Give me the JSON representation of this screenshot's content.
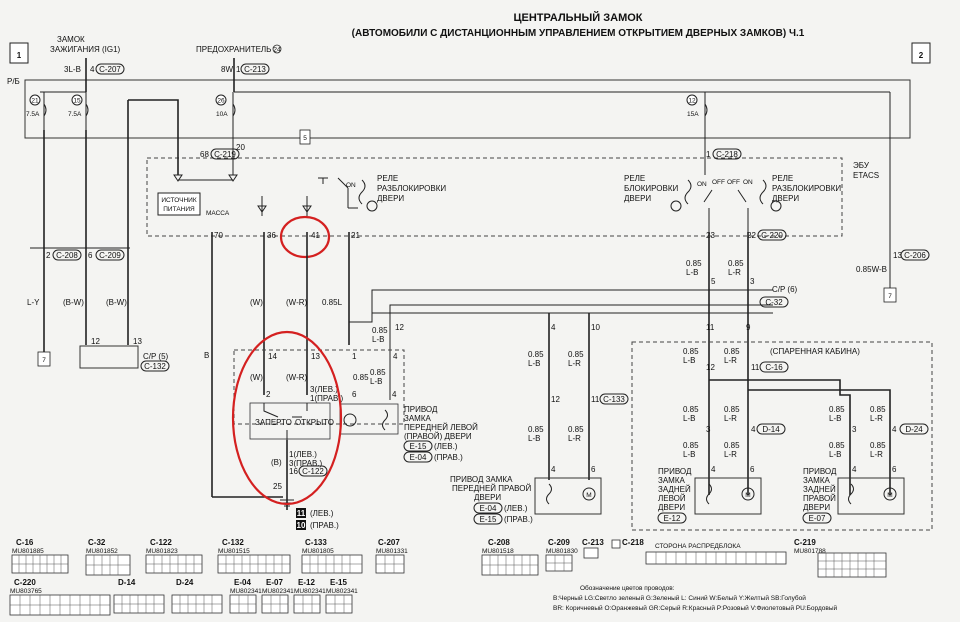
{
  "title": {
    "line1": "ЦЕНТРАЛЬНЫЙ ЗАМОК",
    "line2": "(АВТОМОБИЛИ С ДИСТАНЦИОННЫМ УПРАВЛЕНИЕМ ОТКРЫТИЕМ ДВЕРНЫХ ЗАМКОВ) Ч.1"
  },
  "page_markers": {
    "left": "1",
    "right": "2"
  },
  "top_labels": {
    "ignition": "ЗАМОК ЗАЖИГАНИЯ (IG1)",
    "ignition_l1": "ЗАМОК",
    "ignition_l2": "ЗАЖИГАНИЯ (IG1)",
    "fuse": "ПРЕДОХРАНИТЕЛЬ",
    "fuse_num": "24",
    "wire_3lb": "3L-B",
    "pin4": "4",
    "c207": "C-207",
    "wire_8w": "8W",
    "pin1": "1",
    "c213": "C-213",
    "rb": "Р/Б"
  },
  "fuses": [
    {
      "num": "21",
      "amp": "7.5A"
    },
    {
      "num": "15",
      "amp": "7.5A"
    },
    {
      "num": "26",
      "amp": "10A"
    },
    {
      "num": "12",
      "amp": "15A"
    }
  ],
  "etacs": {
    "label1": "ЭБУ",
    "label2": "ETACS",
    "power_src1": "ИСТОЧНИК",
    "power_src2": "ПИТАНИЯ",
    "mass": "МАССА",
    "relay_unlock1": "РЕЛЕ",
    "relay_unlock2": "РАЗБЛОКИРОВКИ",
    "relay_unlock3": "ДВЕРИ",
    "relay_lock1": "РЕЛЕ",
    "relay_lock2": "БЛОКИРОВКИ",
    "relay_lock3": "ДВЕРИ",
    "on": "ON",
    "off": "OFF",
    "pin68": "68",
    "c219": "C-219",
    "pin20": "20",
    "pin1b": "1",
    "c218": "C-218",
    "pin70": "70",
    "pin36": "36",
    "pin41": "41",
    "pin21": "21",
    "pin23": "23",
    "pin22": "22",
    "c220": "C-220"
  },
  "left_section": {
    "pin2": "2",
    "c208": "C-208",
    "pin6": "6",
    "c209": "C-209",
    "wire_ly": "L-Y",
    "wire_bw1": "(B-W)",
    "wire_bw2": "(B-W)",
    "pin12": "12",
    "pin13": "13",
    "cp5": "C/P (5)",
    "c132": "C-132",
    "pin_b": "B",
    "ground": "7"
  },
  "right_section": {
    "pin13": "13",
    "c206": "C-206",
    "wire": "0.85W-B",
    "ground": "7"
  },
  "center_wires": {
    "w": "(W)",
    "wr": "(W-R)",
    "w085l": "0.85L",
    "w085lb": "0.85",
    "lb": "L-B",
    "pin12": "12",
    "pin14": "14",
    "pin13": "13",
    "pin1": "1",
    "pin4": "4",
    "pin2": "2",
    "pin1b": "1",
    "pin6": "6",
    "pin3lev": "3(ЛЕВ.)",
    "pin1prav": "1(ПРАВ.)",
    "w085": "0.85",
    "l": "L"
  },
  "switch": {
    "locked": "ЗАПЕРТО",
    "open": "ОТКРЫТО",
    "pin1lev": "1(ЛЕВ.)",
    "pin3prav": "3(ПРАВ.)",
    "pin16": "16",
    "c122": "C-122",
    "b": "(B)",
    "pin25": "25",
    "legend11": "11",
    "legend11_t": "(ЛЕВ.)",
    "legend10": "10",
    "legend10_t": "(ПРАВ.)"
  },
  "front_left_actuator": {
    "l1": "ПРИВОД",
    "l2": "ЗАМКА",
    "l3": "ПЕРЕДНЕЙ ЛЕВОЙ",
    "l4": "(ПРАВОЙ) ДВЕРИ",
    "c15": "E-15",
    "c15t": "(ЛЕВ.)",
    "c04": "E-04",
    "c04t": "(ПРАВ.)"
  },
  "cp6": {
    "label": "C/P (6)",
    "c32": "C-32",
    "pin5": "5",
    "pin3": "3",
    "pin4": "4",
    "pin10": "10",
    "pin11": "11",
    "pin9": "9",
    "pin12": "12",
    "w085": "0.85",
    "lb": "L-B",
    "lr": "L-R"
  },
  "front_right_actuator": {
    "l1": "ПРИВОД ЗАМКА",
    "l2": "ПЕРЕДНЕЙ ПРАВОЙ",
    "l3": "ДВЕРИ",
    "c04": "E-04",
    "c04t": "(ЛЕВ.)",
    "c15": "E-15",
    "c15t": "(ПРАВ.)",
    "pin12": "12",
    "pin11": "11",
    "c133": "C-133",
    "pin4": "4",
    "pin6": "6"
  },
  "double_cab": {
    "title": "(СПАРЕННАЯ КАБИНА)",
    "pin12": "12",
    "pin11": "11",
    "c16": "C-16",
    "pin3": "3",
    "pin4": "4",
    "d14": "D-14",
    "d24": "D-24",
    "rear_left": [
      "ПРИВОД",
      "ЗАМКА",
      "ЗАДНЕЙ",
      "ЛЕВОЙ",
      "ДВЕРИ"
    ],
    "rear_right": [
      "ПРИВОД",
      "ЗАМКА",
      "ЗАДНЕЙ",
      "ПРАВОЙ",
      "ДВЕРИ"
    ],
    "e12": "E-12",
    "e07": "E-07"
  },
  "connectors": [
    {
      "name": "C-16",
      "code": "MU801885"
    },
    {
      "name": "C-32",
      "code": "MU801852"
    },
    {
      "name": "C-122",
      "code": "MU801823"
    },
    {
      "name": "C-132",
      "code": "MU801515"
    },
    {
      "name": "C-133",
      "code": "MU801805"
    },
    {
      "name": "C-207",
      "code": "MU801331"
    },
    {
      "name": "C-220",
      "code": "MU803765"
    },
    {
      "name": "D-14",
      "code": ""
    },
    {
      "name": "D-24",
      "code": ""
    },
    {
      "name": "E-04",
      "code": "MU802341"
    },
    {
      "name": "E-07",
      "code": "MU802341"
    },
    {
      "name": "E-12",
      "code": "MU802341"
    },
    {
      "name": "E-15",
      "code": "MU802341"
    },
    {
      "name": "C-208",
      "code": "MU801518"
    },
    {
      "name": "C-209",
      "code": "MU801830"
    },
    {
      "name": "C-213",
      "code": ""
    },
    {
      "name": "C-218",
      "code": ""
    },
    {
      "name": "C-219",
      "code": "MU801788"
    }
  ],
  "c218_caption": "СТОРОНА РАСПРЕДБЛОКА",
  "color_legend": {
    "title": "Обозначение цветов проводов:",
    "line1": "B:Черный LG:Светло зеленый G:Зеленый L: Синий W:Белый Y:Желтый SB:Голубой",
    "line2": "BR: Коричневый O:Оранжевый GR:Серый R:Красный P:Розовый V:Фиолетовый PU:Бордовый"
  },
  "colors": {
    "wire": "#222222",
    "highlight": "#d42020",
    "paper": "#f4f4f2"
  }
}
